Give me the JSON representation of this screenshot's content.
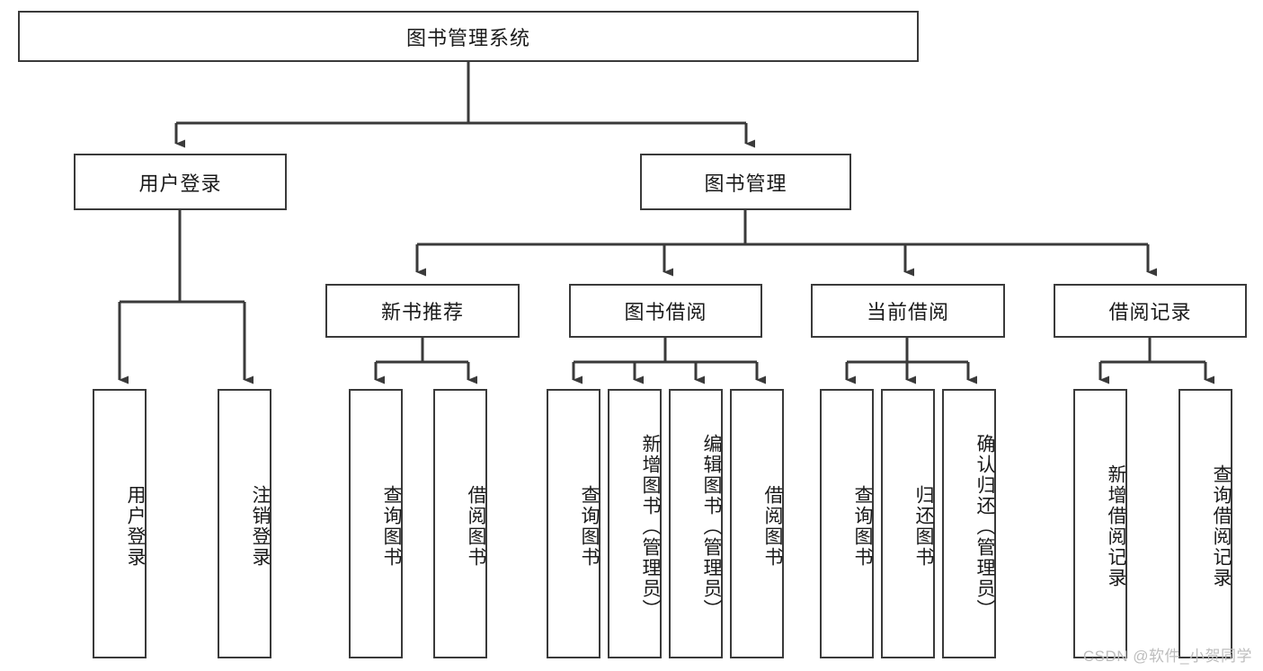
{
  "diagram": {
    "title": "图书管理系统",
    "type": "hierarchy-tree",
    "line_color": "#3a3a3a",
    "box_fill": "#ffffff",
    "text_color": "#1a1a1a"
  },
  "root": {
    "label": "图书管理系统"
  },
  "level2": [
    {
      "label": "用户登录"
    },
    {
      "label": "图书管理"
    }
  ],
  "level3": [
    {
      "label": "新书推荐"
    },
    {
      "label": "图书借阅"
    },
    {
      "label": "当前借阅"
    },
    {
      "label": "借阅记录"
    }
  ],
  "leaves": {
    "user_login": [
      {
        "label": "用户登录"
      },
      {
        "label": "注销登录"
      }
    ],
    "new_book_recommend": [
      {
        "label": "查询图书"
      },
      {
        "label": "借阅图书"
      }
    ],
    "book_borrow": [
      {
        "label": "查询图书"
      },
      {
        "label": "新增图书（管理员）"
      },
      {
        "label": "编辑图书（管理员）"
      },
      {
        "label": "借阅图书"
      }
    ],
    "current_borrow": [
      {
        "label": "查询图书"
      },
      {
        "label": "归还图书"
      },
      {
        "label": "确认归还（管理员）"
      }
    ],
    "borrow_record": [
      {
        "label": "新增借阅记录"
      },
      {
        "label": "查询借阅记录"
      }
    ]
  },
  "watermark": {
    "text": "CSDN @软件_小贺同学"
  }
}
